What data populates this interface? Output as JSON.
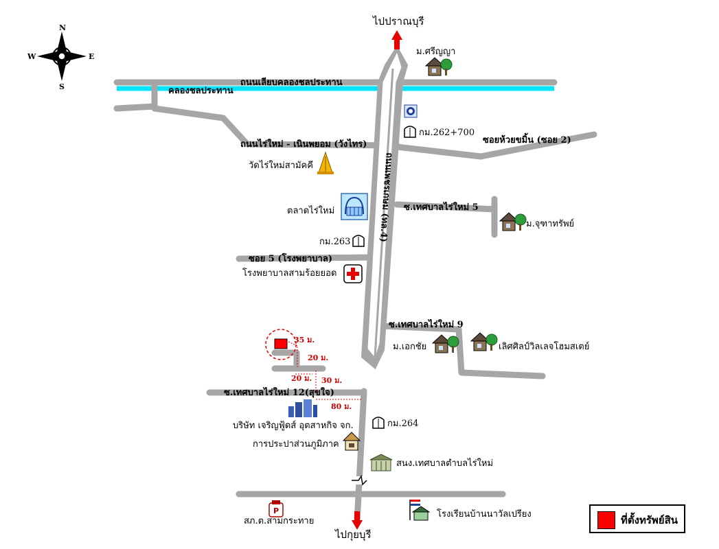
{
  "directions": {
    "north_text": "ไปปราณบุรี",
    "south_text": "ไปกุยบุรี"
  },
  "compass": {
    "n": "N",
    "s": "S",
    "e": "E",
    "w": "W"
  },
  "roads": {
    "canal_road": "ถนนเลียบคลองชลประทาน",
    "canal": "คลองชลประทาน",
    "rai_mai_road": "ถนนไร่ใหม่ - เนินพยอม (วังไทร)",
    "highway": "ถนนเพชรเกษม (ทล.4)",
    "huai_khamin": "ซอยห้วยขมิ้น (ซอย 2)",
    "tessaban5": "ซ.เทศบาลไร่ใหม่ 5",
    "soi5": "ซอย 5 (โรงพยาบาล)",
    "tessaban9": "ซ.เทศบาลไร่ใหม่ 9",
    "tessaban12": "ซ.เทศบาลไร่ใหม่ 12(สุขใจ)"
  },
  "places": {
    "sriya": "ม.ศรีญญา",
    "km262": "กม.262+700",
    "wat": "วัดไร่ใหม่สามัคคี",
    "market": "ตลาดไร่ใหม่",
    "km263": "กม.263",
    "jutha": "ม.จุฑาทรัพย์",
    "hospital": "โรงพยาบาลสามร้อยยอด",
    "ekachai": "ม.เอกชัย",
    "excellent": "เลิศศิลป์วิลเลจโฮมสเตย์",
    "company": "บริษัท เจริญฟู้ดส์ อุตสาหกิจ จก.",
    "km264": "กม.264",
    "waterworks": "การประปาส่วนภูมิภาค",
    "municipal": "สนง.เทศบาลตำบลไร่ใหม่",
    "police": "สภ.ต.สามกระทาย",
    "school": "โรงเรียนบ้านนาวัลเปรียง"
  },
  "distances": {
    "d35": "35 ม.",
    "d20a": "20 ม.",
    "d20b": "20 ม.",
    "d30": "30 ม.",
    "d80": "80 ม."
  },
  "legend": {
    "label": "ที่ตั้งทรัพย์สิน",
    "color": "#ff0000"
  },
  "colors": {
    "road": "#a6a6a6",
    "canal": "#00e5ff",
    "marker": "#ff0000",
    "arrow": "#e60000"
  },
  "icons": [
    "compass-rose-icon",
    "house-tree-icon",
    "kilometer-stone-icon",
    "temple-icon",
    "market-icon",
    "hospital-cross-icon",
    "police-sign-icon",
    "school-flag-icon",
    "office-building-icon",
    "waterworks-icon",
    "municipal-office-icon",
    "government-seal-icon"
  ]
}
